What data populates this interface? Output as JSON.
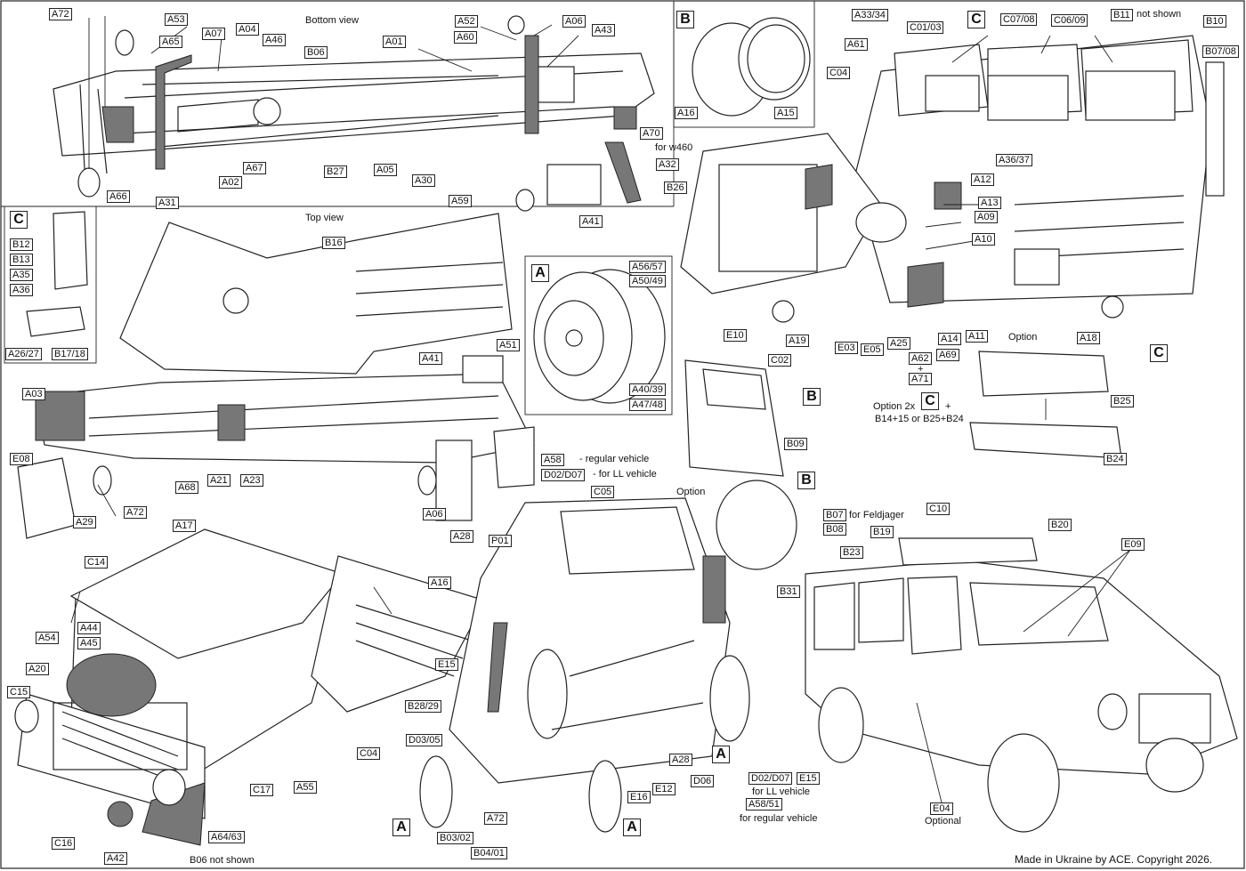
{
  "views": {
    "bottom_view": "Bottom view",
    "top_view": "Top view"
  },
  "notes": {
    "b11_not_shown": "not shown",
    "for_w460": "for w460",
    "option_upper": "Option",
    "option_lower": "Option",
    "option_2x": "Option 2x",
    "option_plus": "+",
    "option_combo": "B14+15 or B25+B24",
    "plus_between": "+",
    "a58_regular": "- regular vehicle",
    "d02_ll": "- for LL vehicle",
    "b07_feldjager": "for Feldjager",
    "ll_vehicle": "for LL vehicle",
    "regular_vehicle": "for regular vehicle",
    "optional": "Optional",
    "b06_not_shown": "B06 not shown",
    "copyright": "Made in Ukraine by ACE. Copyright 2026."
  },
  "big_letters": {
    "b_top": "B",
    "c_top": "C",
    "c_left": "C",
    "a_wheel": "A",
    "c_right": "C",
    "b_door": "B",
    "c_option": "C",
    "b_spare": "B",
    "a_front": "A",
    "a_rear": "A",
    "a_bottom_left": "A"
  },
  "labels": {
    "A72_top": "A72",
    "A53": "A53",
    "A65": "A65",
    "A07": "A07",
    "A04": "A04",
    "A46": "A46",
    "B06": "B06",
    "A01": "A01",
    "A52": "A52",
    "A60": "A60",
    "A06_top": "A06",
    "A43": "A43",
    "A70": "A70",
    "A32": "A32",
    "B26": "B26",
    "A41_top": "A41",
    "A59": "A59",
    "A30": "A30",
    "A05": "A05",
    "B27": "B27",
    "A67": "A67",
    "A02": "A02",
    "A31": "A31",
    "A66": "A66",
    "A16_box": "A16",
    "A15": "A15",
    "A33_34": "A33/34",
    "C01_03": "C01/03",
    "C07_08": "C07/08",
    "C06_09": "C06/09",
    "B11": "B11",
    "B10": "B10",
    "B07_08": "B07/08",
    "A61": "A61",
    "C04_top": "C04",
    "A36_37": "A36/37",
    "A12": "A12",
    "A13": "A13",
    "A09": "A09",
    "A10": "A10",
    "A19": "A19",
    "E03": "E03",
    "E05": "E05",
    "A25": "A25",
    "A62": "A62",
    "A71": "A71",
    "A69": "A69",
    "A14": "A14",
    "A11": "A11",
    "A18": "A18",
    "B12": "B12",
    "B13": "B13",
    "A35": "A35",
    "A36": "A36",
    "A26_27": "A26/27",
    "B17_18": "B17/18",
    "B16": "B16",
    "A56_57": "A56/57",
    "A50_49": "A50/49",
    "A40_39": "A40/39",
    "A47_48": "A47/48",
    "A51": "A51",
    "A41_mid": "A41",
    "A03": "A03",
    "E08": "E08",
    "A68": "A68",
    "A21": "A21",
    "A23": "A23",
    "A72_mid": "A72",
    "A29": "A29",
    "A06_mid": "A06",
    "A58": "A58",
    "D02_D07": "D02/D07",
    "A28_mid": "A28",
    "E10": "E10",
    "C02": "C02",
    "B09": "B09",
    "B25": "B25",
    "B24": "B24",
    "C05": "C05",
    "P01": "P01",
    "A17": "A17",
    "C14": "C14",
    "A16_hood": "A16",
    "A54": "A54",
    "A44": "A44",
    "A45": "A45",
    "A20": "A20",
    "C15": "C15",
    "C04_bottom": "C04",
    "B28_29": "B28/29",
    "D03_05": "D03/05",
    "E15_left": "E15",
    "A55": "A55",
    "C17": "C17",
    "C16": "C16",
    "A64_63": "A64/63",
    "A42": "A42",
    "B03_02": "B03/02",
    "B04_01": "B04/01",
    "A72_bot": "A72",
    "E16": "E16",
    "E12": "E12",
    "A28_bot": "A28",
    "D06": "D06",
    "B07": "B07",
    "B08": "B08",
    "B31": "B31",
    "D02_D07_bot": "D02/D07",
    "E15_bot": "E15",
    "A58_51": "A58/51",
    "C10": "C10",
    "B19": "B19",
    "B20": "B20",
    "B23": "B23",
    "E09": "E09",
    "E04": "E04"
  },
  "colors": {
    "line": "#222222",
    "part_grey": "#777777",
    "light_grey": "#b5b5b5"
  }
}
